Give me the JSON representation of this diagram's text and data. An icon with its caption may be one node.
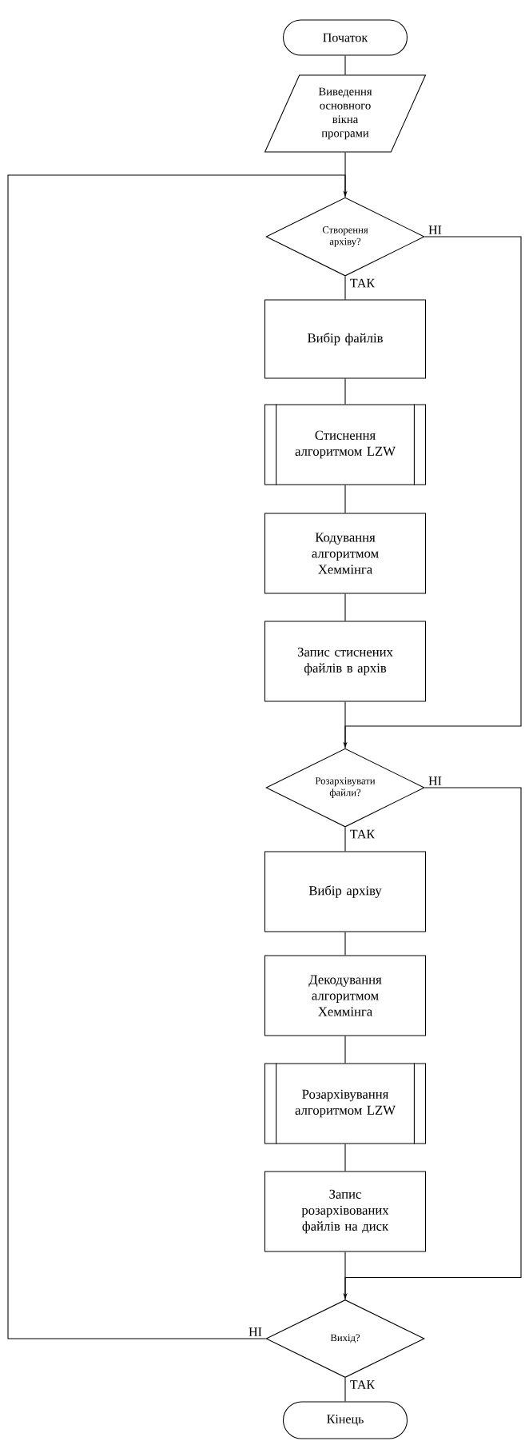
{
  "diagram": {
    "nodes": [
      {
        "text": [
          "Початок"
        ]
      },
      {
        "text": [
          "Виведення основного вікна програми"
        ]
      },
      {
        "text": [
          "Створення архіву?"
        ]
      },
      {
        "text": [
          "Вибір файлів"
        ]
      },
      {
        "text": [
          "Стиснення алгоритмом LZW"
        ]
      },
      {
        "text": [
          "Кодування алгоритмом Хеммінга"
        ]
      },
      {
        "text": [
          "Запис стиснених файлів в архів"
        ]
      },
      {
        "text": [
          "Розархівувати файли?"
        ]
      },
      {
        "text": [
          "Вибір архіву"
        ]
      },
      {
        "text": [
          "Декодування алгоритмом Хеммінга"
        ]
      },
      {
        "text": [
          "Розархівування алгоритмом LZW"
        ]
      },
      {
        "text": [
          "Запис розархівованих файлів на диск"
        ]
      },
      {
        "text": [
          "Вихід?"
        ]
      },
      {
        "text": [
          "Кінець"
        ]
      }
    ],
    "edges": [
      {
        "from": 0,
        "to": 1,
        "arrow": "none"
      },
      {
        "from": 1,
        "to": 2,
        "arrow": "none"
      },
      {
        "from": 2,
        "to": 3,
        "arrow": "none",
        "label": "ТАК"
      },
      {
        "from": 3,
        "to": 4,
        "arrow": "none"
      },
      {
        "from": 4,
        "to": 5,
        "arrow": "none"
      },
      {
        "from": 5,
        "to": 6,
        "arrow": "none"
      },
      {
        "from": 6,
        "to": 7,
        "arrow": "none"
      },
      {
        "from": 2,
        "to": 7,
        "arrow": "to",
        "label": "НІ"
      },
      {
        "from": 7,
        "to": 8,
        "arrow": "none",
        "label": "ТАК"
      },
      {
        "from": 8,
        "to": 9,
        "arrow": "none"
      },
      {
        "from": 9,
        "to": 10,
        "arrow": "none"
      },
      {
        "from": 10,
        "to": 11,
        "arrow": "none"
      },
      {
        "from": 11,
        "to": 12,
        "arrow": "none"
      },
      {
        "from": 7,
        "to": 12,
        "arrow": "to",
        "label": "НІ"
      },
      {
        "from": 12,
        "to": 2,
        "arrow": "to",
        "label": "НІ"
      },
      {
        "from": 12,
        "to": 13,
        "arrow": "none",
        "label": "ТАК"
      }
    ]
  }
}
